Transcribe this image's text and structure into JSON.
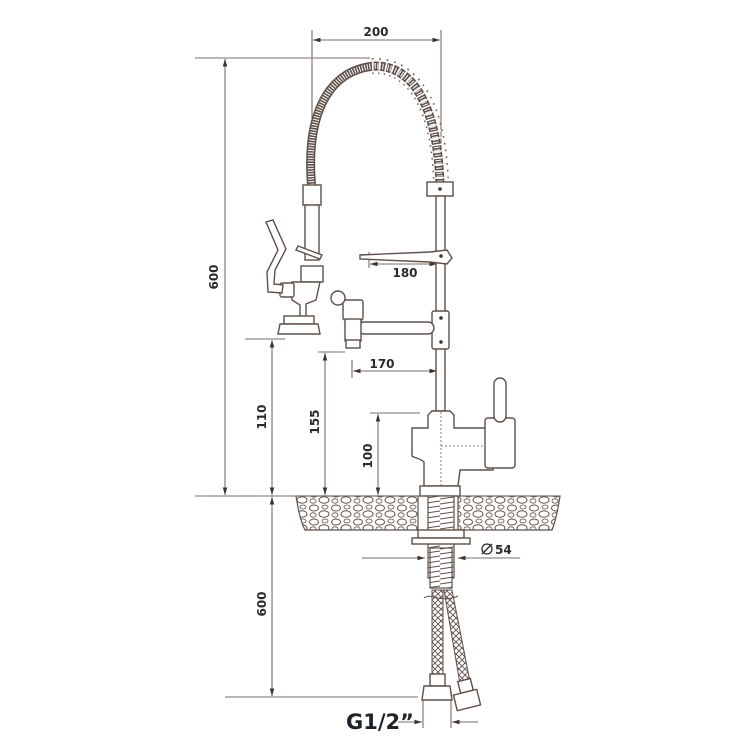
{
  "drawing": {
    "subject": "pre-rinse faucet technical drawing",
    "line_color": "#7d6d64",
    "text_color": "#2a2a2a",
    "dimensions": {
      "spout_width": "200",
      "total_height": "600",
      "lever_reach": "180",
      "arm_reach": "170",
      "spray_height": "110",
      "arm_height": "155",
      "body_height": "100",
      "hose_length": "600",
      "shank_diameter": "54",
      "connector": "G1/2”"
    }
  }
}
